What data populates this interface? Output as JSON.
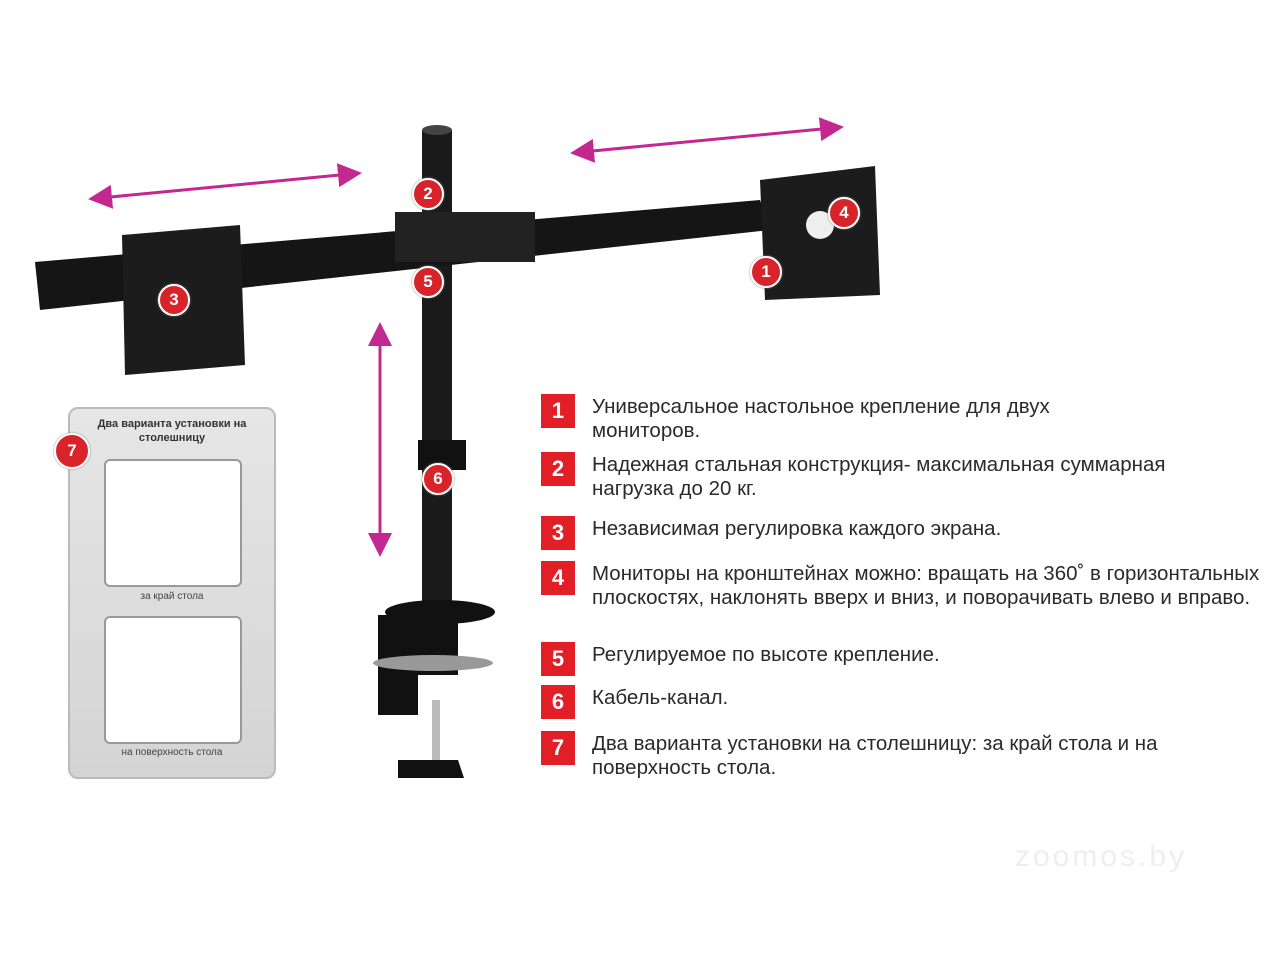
{
  "features": [
    {
      "num": "1",
      "text": "Универсальное настольное крепление для двух мониторов."
    },
    {
      "num": "2",
      "text": "Надежная стальная конструкция- максимальная суммарная нагрузка до 20 кг."
    },
    {
      "num": "3",
      "text": "Независимая регулировка каждого экрана."
    },
    {
      "num": "4",
      "text": "Мониторы на кронштейнах можно: вращать на 360˚ в горизонтальных плоскостях, наклонять вверх и вниз, и поворачивать влево и вправо."
    },
    {
      "num": "5",
      "text": "Регулируемое по высоте крепление."
    },
    {
      "num": "6",
      "text": "Кабель-канал."
    },
    {
      "num": "7",
      "text": "Два варианта установки на столешницу: за край стола и на поверхность стола."
    }
  ],
  "inset": {
    "num": "7",
    "title": "Два варианта установки на столешницу",
    "caption_1": "за край стола",
    "caption_2": "на поверхность стола"
  },
  "watermark": "zoomos.by",
  "colors": {
    "accent": "#e21f26",
    "arrow": "#c2288f"
  }
}
